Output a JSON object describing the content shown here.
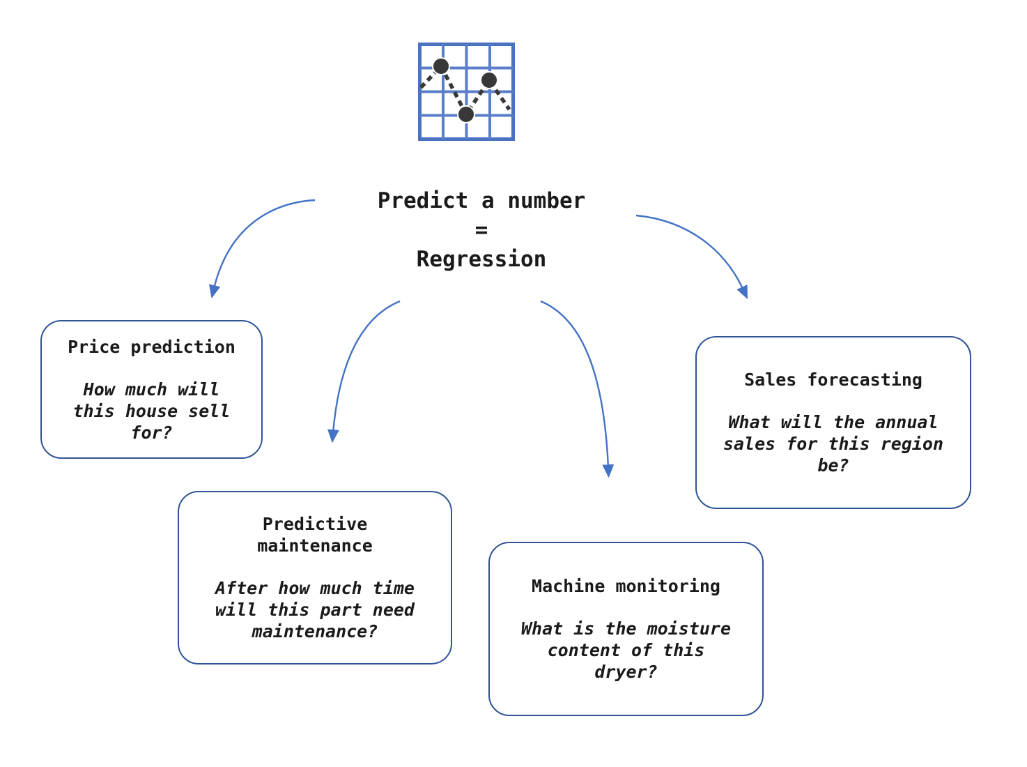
{
  "colors": {
    "background": "#ffffff",
    "text": "#1a1a1a",
    "arrow": "#4472c4",
    "box_border": "#2f5496",
    "icon_grid": "#5b7ec9",
    "icon_frame": "#4a72c0",
    "icon_dot": "#383838"
  },
  "icon": {
    "name": "line-chart-grid-icon"
  },
  "title": {
    "lines": [
      "Predict a number",
      "=",
      "Regression"
    ]
  },
  "boxes": [
    {
      "name": "price-prediction",
      "title_lines": [
        "Price prediction"
      ],
      "question_lines": [
        "How much will",
        "this house sell",
        "for?"
      ]
    },
    {
      "name": "predictive-maintenance",
      "title_lines": [
        "Predictive",
        "maintenance"
      ],
      "question_lines": [
        "After how much time",
        "will this part need",
        "maintenance?"
      ]
    },
    {
      "name": "machine-monitoring",
      "title_lines": [
        "Machine monitoring"
      ],
      "question_lines": [
        "What is the moisture",
        "content of this",
        "dryer?"
      ]
    },
    {
      "name": "sales-forecasting",
      "title_lines": [
        "Sales forecasting"
      ],
      "question_lines": [
        "What will the annual",
        "sales for this region",
        "be?"
      ]
    }
  ]
}
